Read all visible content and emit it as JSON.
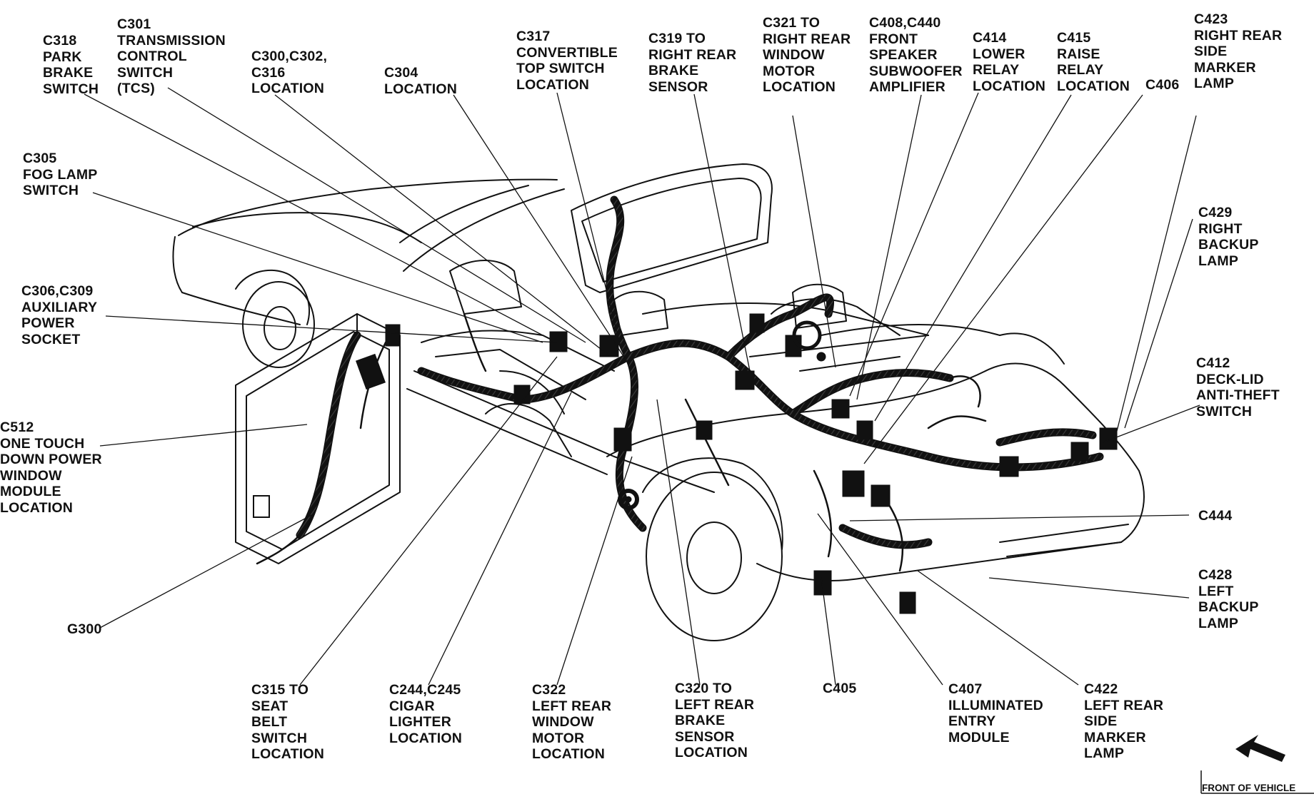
{
  "diagram": {
    "labels": [
      {
        "id": "c301",
        "text": "C301\nTRANSMISSION\nCONTROL\nSWITCH\n(TCS)"
      },
      {
        "id": "c318",
        "text": "C318\nPARK\nBRAKE\nSWITCH"
      },
      {
        "id": "c300",
        "text": "C300,C302,\nC316\nLOCATION"
      },
      {
        "id": "c304",
        "text": "C304\nLOCATION"
      },
      {
        "id": "c317",
        "text": "C317\nCONVERTIBLE\nTOP SWITCH\nLOCATION"
      },
      {
        "id": "c319",
        "text": "C319 TO\nRIGHT REAR\nBRAKE\nSENSOR"
      },
      {
        "id": "c321",
        "text": "C321 TO\nRIGHT REAR\nWINDOW\nMOTOR\nLOCATION"
      },
      {
        "id": "c408",
        "text": "C408,C440\nFRONT\nSPEAKER\nSUBWOOFER\nAMPLIFIER"
      },
      {
        "id": "c414",
        "text": "C414\nLOWER\nRELAY\nLOCATION"
      },
      {
        "id": "c415",
        "text": "C415\nRAISE\nRELAY\nLOCATION"
      },
      {
        "id": "c406",
        "text": "C406"
      },
      {
        "id": "c423",
        "text": "C423\nRIGHT REAR\nSIDE\nMARKER\nLAMP"
      },
      {
        "id": "c305",
        "text": "C305\nFOG LAMP\nSWITCH"
      },
      {
        "id": "c429",
        "text": "C429\nRIGHT\nBACKUP\nLAMP"
      },
      {
        "id": "c306",
        "text": "C306,C309\nAUXILIARY\nPOWER\nSOCKET"
      },
      {
        "id": "c412",
        "text": "C412\nDECK-LID\nANTI-THEFT\nSWITCH"
      },
      {
        "id": "c512",
        "text": "C512\nONE TOUCH\nDOWN POWER\nWINDOW\nMODULE\nLOCATION"
      },
      {
        "id": "c444",
        "text": "C444"
      },
      {
        "id": "c428",
        "text": "C428\nLEFT\nBACKUP\nLAMP"
      },
      {
        "id": "g300",
        "text": "G300"
      },
      {
        "id": "c315",
        "text": "C315 TO\nSEAT\nBELT\nSWITCH\nLOCATION"
      },
      {
        "id": "c244",
        "text": "C244,C245\nCIGAR\nLIGHTER\nLOCATION"
      },
      {
        "id": "c322",
        "text": "C322\nLEFT REAR\nWINDOW\nMOTOR\nLOCATION"
      },
      {
        "id": "c320",
        "text": "C320 TO\nLEFT REAR\nBRAKE\nSENSOR\nLOCATION"
      },
      {
        "id": "c405",
        "text": "C405"
      },
      {
        "id": "c407",
        "text": "C407\nILLUMINATED\nENTRY\nMODULE"
      },
      {
        "id": "c422",
        "text": "C422\nLEFT REAR\nSIDE\nMARKER\nLAMP"
      }
    ],
    "front_of_vehicle": "FRONT OF VEHICLE"
  },
  "colors": {
    "ink": "#111111",
    "background": "#ffffff",
    "hatch": "#3a3a3a"
  }
}
